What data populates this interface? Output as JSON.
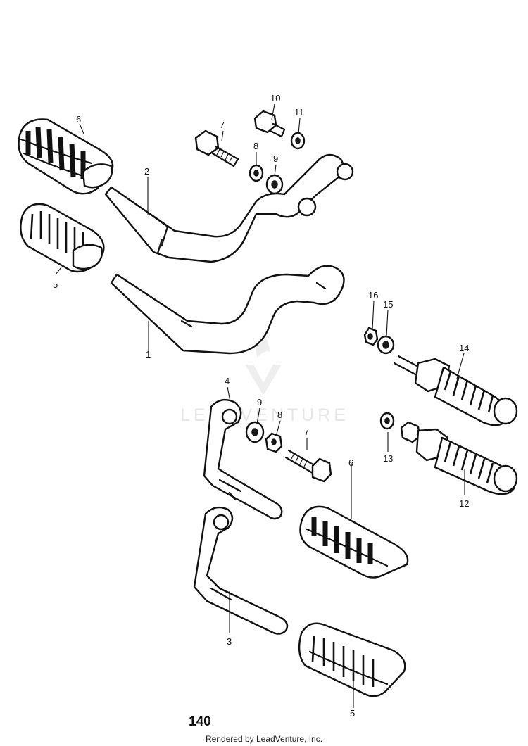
{
  "page_number": "140",
  "footer_text": "Rendered by LeadVenture, Inc.",
  "watermark_text": "LEADVENTURE",
  "callouts": {
    "c1": "1",
    "c2": "2",
    "c3": "3",
    "c4": "4",
    "c5a": "5",
    "c5b": "5",
    "c6a": "6",
    "c6b": "6",
    "c7a": "7",
    "c7b": "7",
    "c8a": "8",
    "c8b": "8",
    "c9a": "9",
    "c9b": "9",
    "c10": "10",
    "c11": "11",
    "c12": "12",
    "c13": "13",
    "c14": "14",
    "c15": "15",
    "c16": "16"
  }
}
